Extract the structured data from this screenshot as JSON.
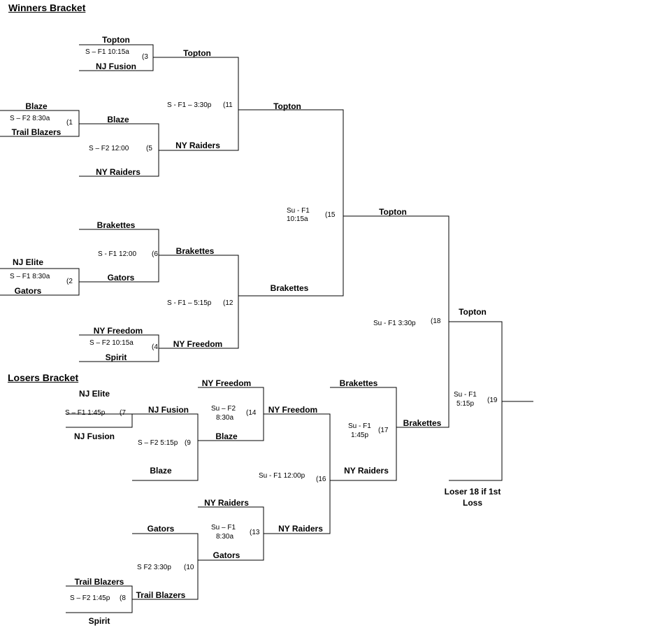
{
  "headings": {
    "winners": "Winners Bracket",
    "losers": "Losers Bracket"
  },
  "teams": [
    "Topton",
    "NJ Fusion",
    "Topton",
    "Blaze",
    "Trail Blazers",
    "Blaze",
    "NY Raiders",
    "NY Raiders",
    "Topton",
    "Brakettes",
    "NJ Elite",
    "Gators",
    "Brakettes",
    "Gators",
    "Brakettes",
    "NY Freedom",
    "Spirit",
    "NY Freedom",
    "Topton",
    "Topton",
    "NJ Elite",
    "NJ Fusion",
    "NJ Fusion",
    "Blaze",
    "NY Freedom",
    "Blaze",
    "NY Freedom",
    "Brakettes",
    "NY Raiders",
    "Brakettes",
    "NY Raiders",
    "Gators",
    "Gators",
    "NY Raiders",
    "Trail Blazers",
    "Trail Blazers",
    "Spirit"
  ],
  "slots": [
    "S – F1 10:15a",
    "S – F2 8:30a",
    "S - F1 – 3:30p",
    "S – F2 12:00",
    "S - F1 12:00",
    "S – F1 8:30a",
    "S - F1 – 5:15p",
    "S – F2 10:15a",
    "Su - F1",
    "10:15a",
    "Su - F1 3:30p",
    "S – F1 1:45p",
    "Su – F2",
    "8:30a",
    "S – F2 5:15p",
    "Su - F1",
    "1:45p",
    "Su - F1 12:00p",
    "Su – F1",
    "8:30a",
    "S F2 3:30p",
    "S – F2 1:45p",
    "Su - F1",
    "5:15p"
  ],
  "game_numbers": [
    "(3",
    "(1",
    "(11",
    "(5",
    "(6",
    "(2",
    "(12",
    "(4",
    "(15",
    "(18",
    "(7",
    "(14",
    "(9",
    "(17",
    "(16",
    "(13",
    "(10",
    "(8",
    "(19"
  ],
  "note": {
    "line1": "Loser 18 if 1st",
    "line2": "Loss"
  }
}
